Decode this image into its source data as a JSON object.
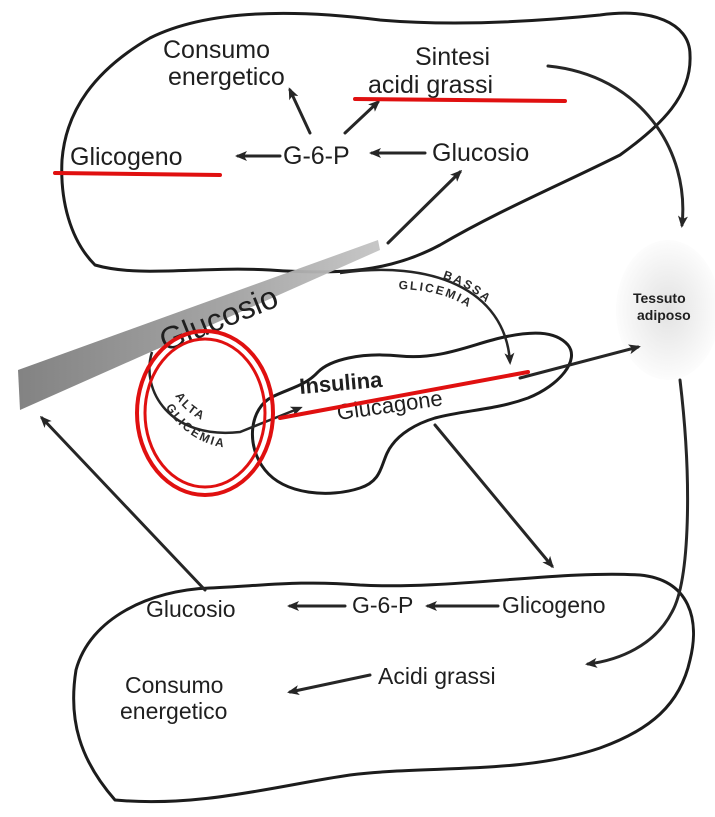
{
  "liver_top": {
    "consumo_line1": "Consumo",
    "consumo_line2": "energetico",
    "sintesi_line1": "Sintesi",
    "sintesi_line2": "acidi grassi",
    "glicogeno": "Glicogeno",
    "g6p": "G-6-P",
    "glucosio": "Glucosio"
  },
  "blood": {
    "glucosio": "Glucosio"
  },
  "arcs": {
    "bassa": "BASSA",
    "glicemia_low": "GLICEMIA",
    "alta": "ALTA",
    "glicemia_high": "GLICEMIA"
  },
  "pancreas": {
    "insulina": "Insulina",
    "glucagone": "Glucagone"
  },
  "adipose": {
    "line1": "Tessuto",
    "line2": "adiposo"
  },
  "liver_bottom": {
    "glucosio": "Glucosio",
    "g6p": "G-6-P",
    "glicogeno": "Glicogeno",
    "acidi_grassi": "Acidi grassi",
    "consumo_line1": "Consumo",
    "consumo_line2": "energetico"
  },
  "colors": {
    "ink": "#1c1c1c",
    "highlight_red": "#e01010",
    "blood_band": "#8a8a8a"
  }
}
